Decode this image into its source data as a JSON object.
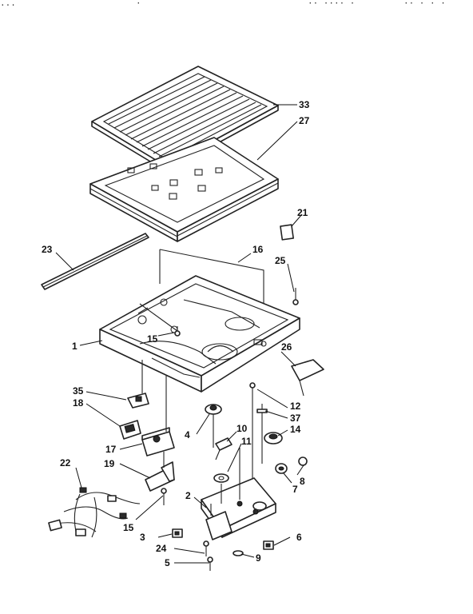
{
  "header": {
    "fragments": [
      "...",
      "·",
      "·· ···· ·",
      "·· · · ·"
    ]
  },
  "parts": [
    {
      "id": "p1",
      "label": "1"
    },
    {
      "id": "p2",
      "label": "2"
    },
    {
      "id": "p3",
      "label": "3"
    },
    {
      "id": "p4",
      "label": "4"
    },
    {
      "id": "p5",
      "label": "5"
    },
    {
      "id": "p6",
      "label": "6"
    },
    {
      "id": "p7",
      "label": "7"
    },
    {
      "id": "p8",
      "label": "8"
    },
    {
      "id": "p9",
      "label": "9"
    },
    {
      "id": "p10",
      "label": "10"
    },
    {
      "id": "p11",
      "label": "11"
    },
    {
      "id": "p12",
      "label": "12"
    },
    {
      "id": "p14",
      "label": "14"
    },
    {
      "id": "p15a",
      "label": "15"
    },
    {
      "id": "p15b",
      "label": "15"
    },
    {
      "id": "p16",
      "label": "16"
    },
    {
      "id": "p17",
      "label": "17"
    },
    {
      "id": "p18",
      "label": "18"
    },
    {
      "id": "p19",
      "label": "19"
    },
    {
      "id": "p21",
      "label": "21"
    },
    {
      "id": "p22",
      "label": "22"
    },
    {
      "id": "p23",
      "label": "23"
    },
    {
      "id": "p24",
      "label": "24"
    },
    {
      "id": "p25",
      "label": "25"
    },
    {
      "id": "p26",
      "label": "26"
    },
    {
      "id": "p27",
      "label": "27"
    },
    {
      "id": "p33",
      "label": "33"
    },
    {
      "id": "p35",
      "label": "35"
    },
    {
      "id": "p37",
      "label": "37"
    }
  ]
}
